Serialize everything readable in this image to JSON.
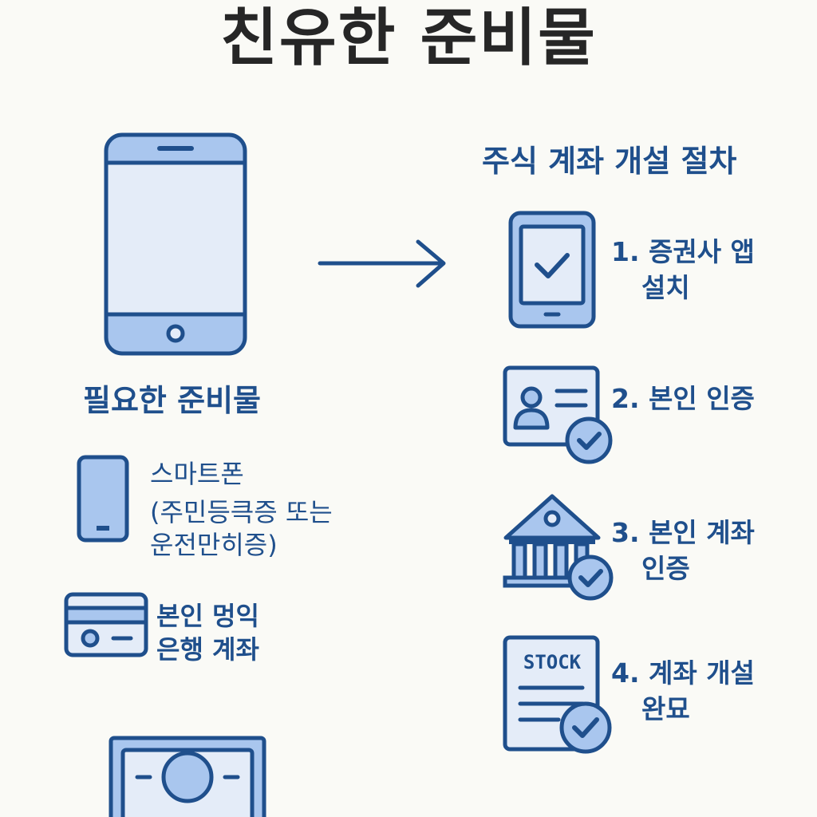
{
  "page": {
    "title": "친유한 준비물"
  },
  "left": {
    "heading": "필요한 준비물",
    "items": [
      {
        "icon": "smartphone-small-icon",
        "line1": "스마트폰",
        "line2": "(주민등큭증 또는",
        "line3": "운전만히증)"
      },
      {
        "icon": "credit-card-icon",
        "line1": "본인 멍익",
        "line2": "은행 계좌"
      },
      {
        "icon": "banknote-icon"
      }
    ]
  },
  "right": {
    "heading": "주식 계좌 개설 절차",
    "steps": [
      {
        "icon": "tablet-check-icon",
        "line1": "1. 증권사 앱",
        "line2": "설치"
      },
      {
        "icon": "id-card-check-icon",
        "line1": "2. 본인 인증"
      },
      {
        "icon": "bank-check-icon",
        "line1": "3. 본인 계좌",
        "line2": "인증"
      },
      {
        "icon": "stock-document-check-icon",
        "line1": "4. 계좌 개설",
        "line2": "완묘",
        "doc_label": "STOCK"
      }
    ]
  },
  "colors": {
    "stroke": "#1f4f8c",
    "fill": "#a9c6ee",
    "screen": "#e4ecf8",
    "title": "#262626",
    "background": "#fafaf6"
  }
}
